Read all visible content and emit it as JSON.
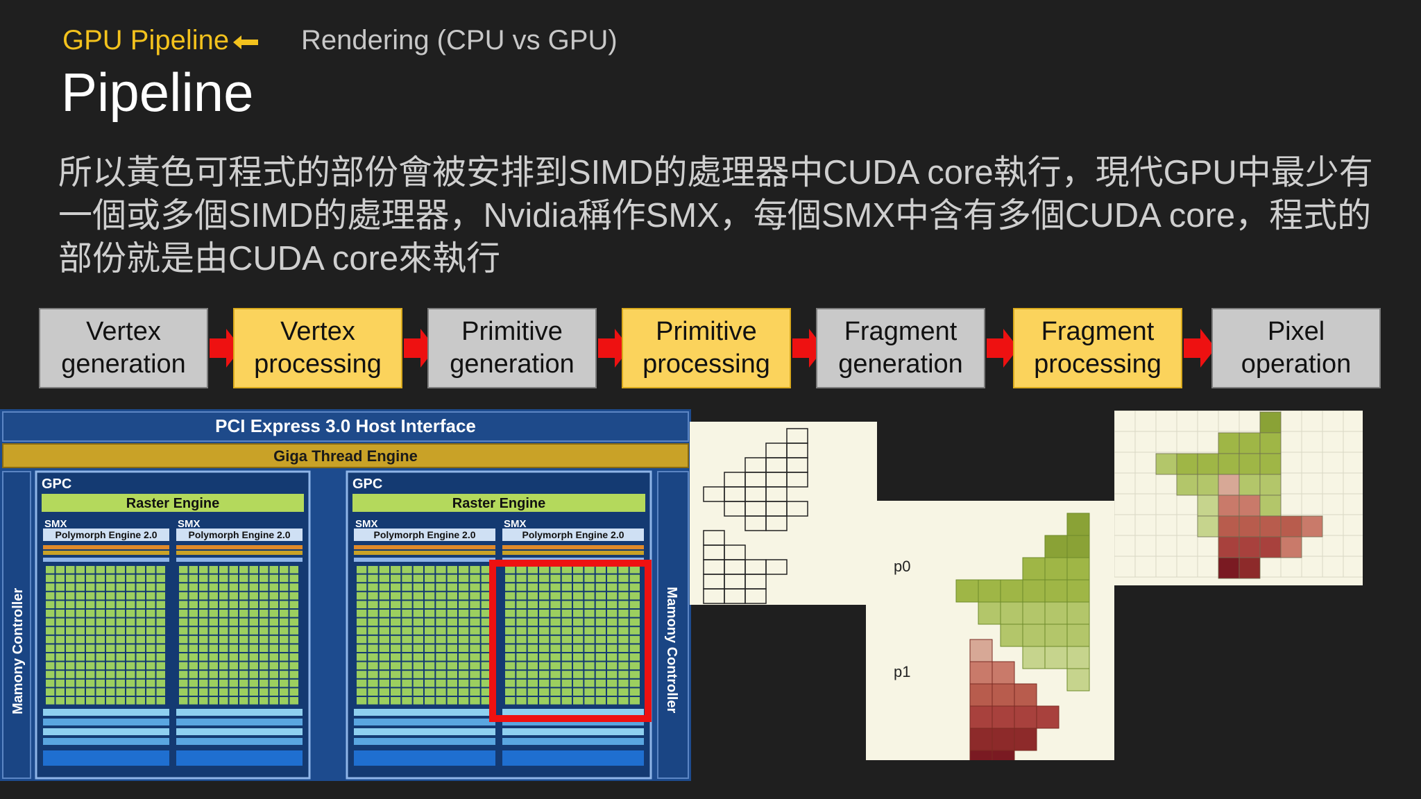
{
  "header": {
    "breadcrumb": "GPU Pipeline",
    "subtopic": "Rendering (CPU vs GPU)",
    "title": "Pipeline",
    "accent_color": "#f3c21d"
  },
  "body_text": "所以黃色可程式的部份會被安排到SIMD的處理器中CUDA core執行，現代GPU中最少有一個或多個SIMD的處理器，Nvidia稱作SMX，每個SMX中含有多個CUDA core，程式的部份就是由CUDA core來執行",
  "pipeline": {
    "stages": [
      {
        "label": "Vertex\ngeneration",
        "programmable": false
      },
      {
        "label": "Vertex\nprocessing",
        "programmable": true
      },
      {
        "label": "Primitive\ngeneration",
        "programmable": false
      },
      {
        "label": "Primitive\nprocessing",
        "programmable": true
      },
      {
        "label": "Fragment\ngeneration",
        "programmable": false
      },
      {
        "label": "Fragment\nprocessing",
        "programmable": true
      },
      {
        "label": "Pixel\noperation",
        "programmable": false
      }
    ],
    "colors": {
      "fixed": "#c9c9c9",
      "programmable": "#fbd35c",
      "arrow": "#ee1111"
    }
  },
  "gpu_diagram": {
    "host_interface": "PCI Express 3.0 Host Interface",
    "thread_engine": "Giga Thread Engine",
    "memory_controller_left": "Mamony Controller",
    "memory_controller_right": "Mamony Controller",
    "gpc_label": "GPC",
    "raster_engine": "Raster Engine",
    "smx_label": "SMX",
    "polymorph_engine": "Polymorph Engine 2.0",
    "colors": {
      "frame": "#1d4b8e",
      "thread": "#c9a227",
      "raster": "#b4d95c",
      "core": "#9ccf5f",
      "highlight": "#ee1111"
    }
  },
  "fragments": {
    "labels": [
      "p0",
      "p1"
    ],
    "colors": {
      "p0": "#9fb646",
      "p1": "#a8413d"
    }
  }
}
